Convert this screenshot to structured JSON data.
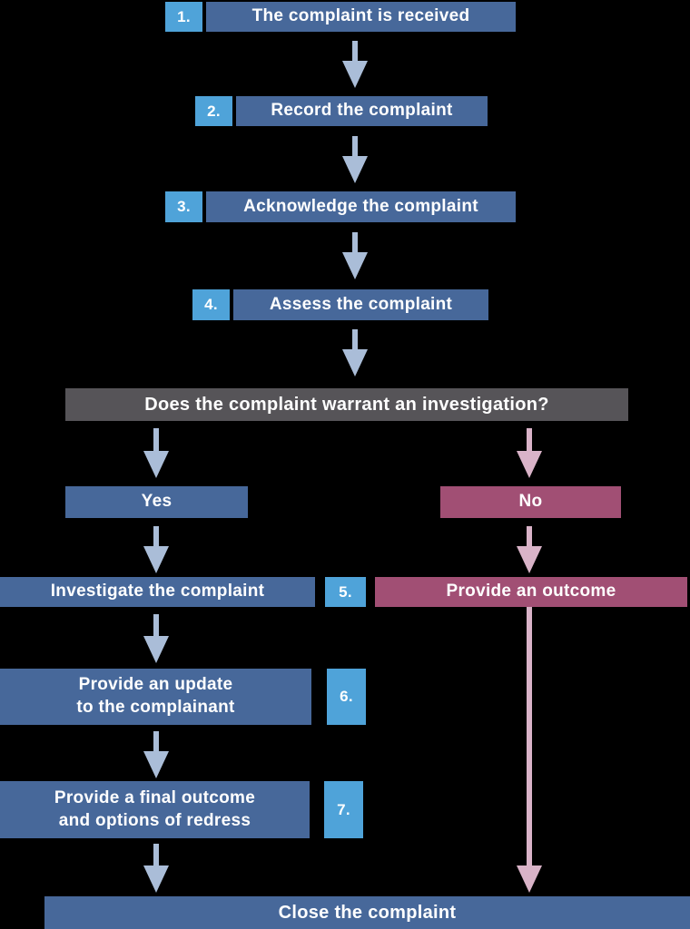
{
  "colors": {
    "background": "#000000",
    "step_box_blue": "#47689a",
    "number_badge_blue": "#4fa3d9",
    "question_gray": "#565458",
    "no_maroon": "#a14f74",
    "arrow_blue_gray": "#aabdd8",
    "arrow_pink": "#d9b3c8",
    "text": "#ffffff"
  },
  "flow": {
    "steps": [
      {
        "number": "1.",
        "label": "The complaint is received"
      },
      {
        "number": "2.",
        "label": "Record the complaint"
      },
      {
        "number": "3.",
        "label": "Acknowledge the complaint"
      },
      {
        "number": "4.",
        "label": "Assess the complaint"
      },
      {
        "number": "5.",
        "label": "Provide an outcome"
      },
      {
        "number": "6.",
        "line1": "Provide an update",
        "line2": "to the complainant"
      },
      {
        "number": "7.",
        "line1": "Provide a final outcome",
        "line2": "and options of redress"
      }
    ],
    "decision": {
      "question": "Does the complaint warrant an investigation?",
      "yes_label": "Yes",
      "no_label": "No"
    },
    "investigate_label": "Investigate the complaint",
    "close_label": "Close the complaint"
  }
}
